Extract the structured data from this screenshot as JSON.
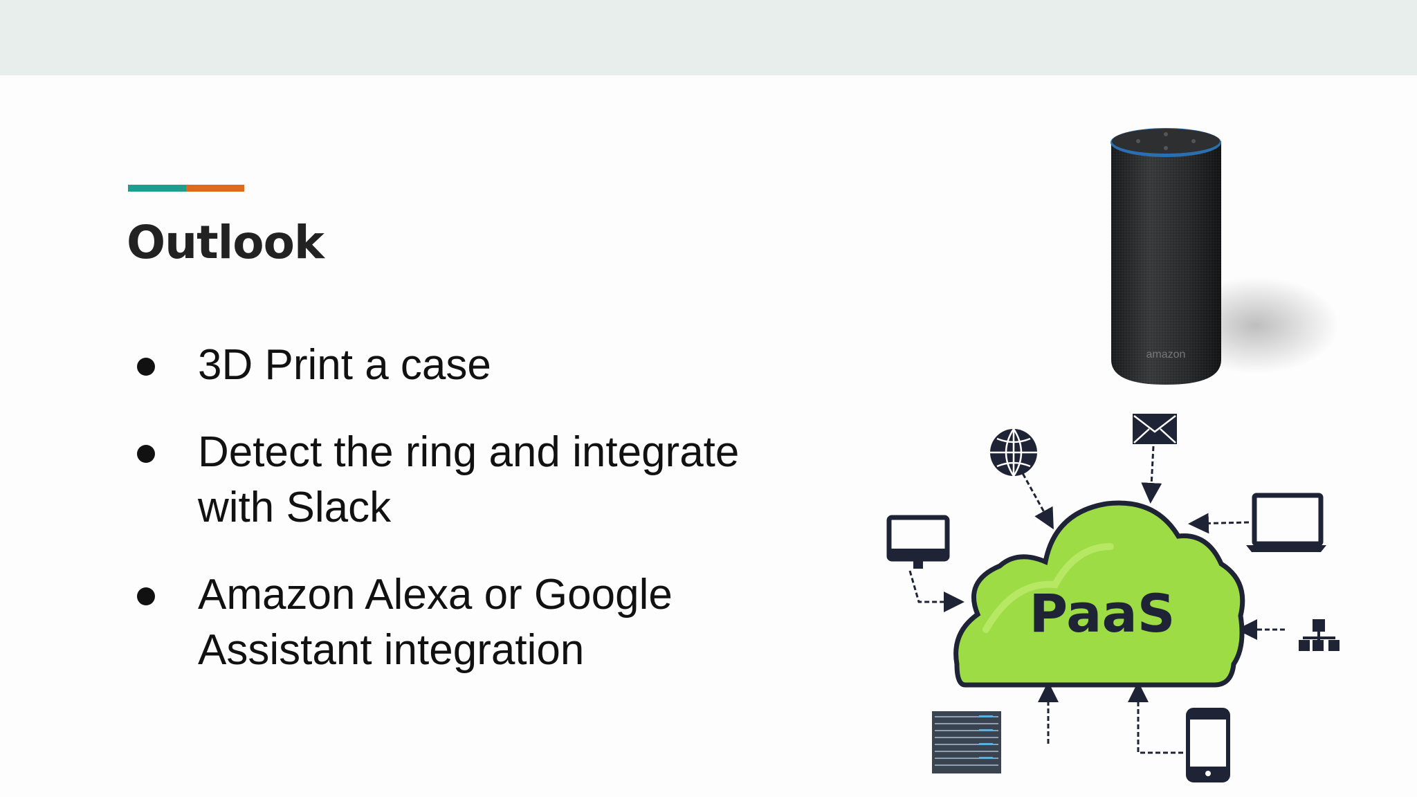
{
  "slide": {
    "title": "Outlook",
    "accent_colors": [
      "#1e9e8e",
      "#e06a1c"
    ],
    "bullets": [
      {
        "text": "3D Print a case"
      },
      {
        "text": "Detect the ring and integrate with Slack"
      },
      {
        "text": "Amazon Alexa or Google Assistant integration"
      }
    ]
  },
  "images": {
    "speaker": {
      "brand_text": "amazon",
      "icon": "smart-speaker-icon"
    },
    "paas_diagram": {
      "cloud_label": "PaaS",
      "cloud_color": "#9ddc45",
      "icons": [
        "globe-icon",
        "envelope-icon",
        "laptop-icon",
        "network-icon",
        "phone-icon",
        "server-rack-icon",
        "monitor-icon"
      ]
    }
  }
}
